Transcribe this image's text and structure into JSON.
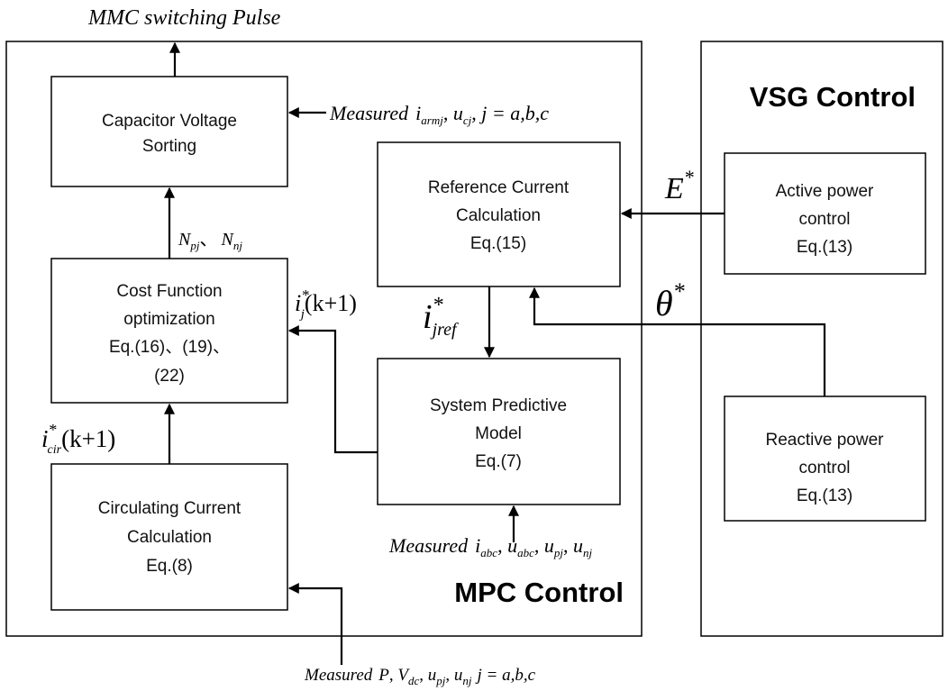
{
  "top_output": "MMC switching Pulse",
  "mpc_title": "MPC Control",
  "vsg_title": "VSG Control",
  "blocks": {
    "sorting": [
      "Capacitor Voltage",
      "Sorting"
    ],
    "cost": [
      "Cost Function",
      "optimization",
      "Eq.(16)、(19)、",
      "(22)"
    ],
    "circ": [
      "Circulating Current",
      "Calculation",
      "Eq.(8)"
    ],
    "ref": [
      "Reference Current",
      "Calculation",
      "Eq.(15)"
    ],
    "pred": [
      "System Predictive",
      "Model",
      "Eq.(7)"
    ],
    "active": [
      "Active power",
      "control",
      "Eq.(13)"
    ],
    "reactive": [
      "Reactive power",
      "control",
      "Eq.(13)"
    ]
  },
  "signals": {
    "measured_word": "Measured",
    "sorting_in": {
      "i": "i",
      "i_sub": "armj",
      "u": "u",
      "u_sub": "cj",
      "rest": "j = a,b,c"
    },
    "npj": {
      "n": "N",
      "sub": "pj",
      "sep": "、"
    },
    "nnj": {
      "n": "N",
      "sub": "nj"
    },
    "ij": {
      "i": "i",
      "sub": "j",
      "star": "*",
      "arg": "(k+1)"
    },
    "icir": {
      "i": "i",
      "sub": "cir",
      "star": "*",
      "arg": "(k+1)"
    },
    "ijref": {
      "i": "i",
      "sub": "jref",
      "star": "*"
    },
    "e": {
      "sym": "E",
      "star": "*"
    },
    "theta": {
      "sym": "θ",
      "star": "*"
    },
    "pred_in": {
      "i": "i",
      "i_sub": "abc",
      "u1": "u",
      "u1_sub": "abc",
      "u2": "u",
      "u2_sub": "pj",
      "u3": "u",
      "u3_sub": "nj"
    },
    "circ_in": {
      "p": "P",
      "v": "V",
      "v_sub": "dc",
      "u1": "u",
      "u1_sub": "pj",
      "u2": "u",
      "u2_sub": "nj",
      "rest": "j = a,b,c"
    }
  }
}
